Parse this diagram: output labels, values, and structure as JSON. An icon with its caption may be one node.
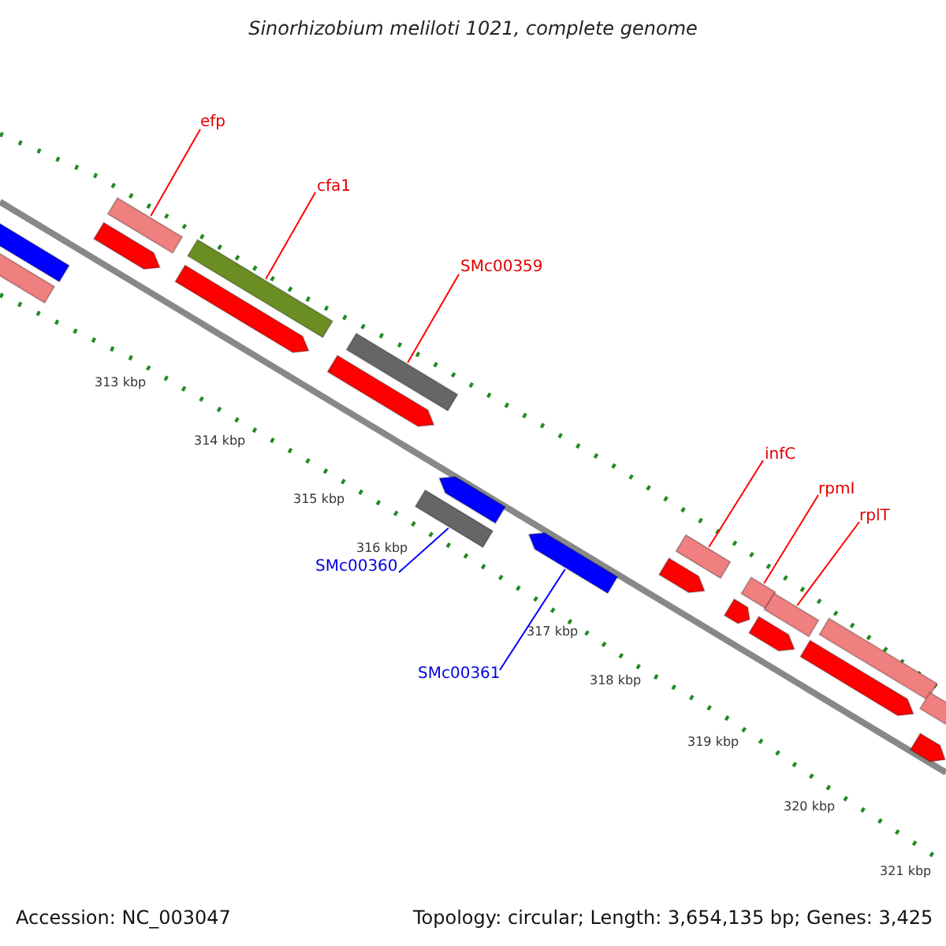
{
  "diagram": {
    "title": "Sinorhizobium meliloti 1021, complete genome",
    "nodes": [
      {
        "text": [],
        "shape": "bar"
      },
      {
        "text": [],
        "shape": "bar"
      },
      {
        "text": [
          "efp"
        ]
      },
      {
        "text": [],
        "shape": "bar"
      },
      {
        "text": [],
        "shape": "bar"
      },
      {
        "text": [
          "cfa1"
        ]
      },
      {
        "text": [],
        "shape": "bar"
      },
      {
        "text": [],
        "shape": "bar"
      },
      {
        "text": [
          "SMc00359"
        ]
      },
      {
        "text": [],
        "shape": "bar"
      },
      {
        "text": [],
        "shape": "bar"
      },
      {
        "text": [],
        "shape": "bar"
      },
      {
        "text": [
          "SMc00360"
        ]
      },
      {
        "text": [],
        "shape": "bar"
      },
      {
        "text": [
          "SMc00361"
        ]
      },
      {
        "text": [],
        "shape": "bar"
      },
      {
        "text": [
          "infC"
        ]
      },
      {
        "text": [],
        "shape": "bar"
      },
      {
        "text": [],
        "shape": "bar"
      },
      {
        "text": [
          "rpmI"
        ]
      },
      {
        "text": [],
        "shape": "bar"
      },
      {
        "text": [],
        "shape": "bar"
      },
      {
        "text": [
          "rplT"
        ]
      },
      {
        "text": [],
        "shape": "bar"
      },
      {
        "text": [],
        "shape": "bar"
      },
      {
        "text": [],
        "shape": "bar"
      },
      {
        "text": [],
        "shape": "bar"
      },
      {
        "text": [],
        "shape": "bar"
      },
      {
        "text": [],
        "shape": "bar"
      }
    ],
    "edges": [
      {
        "from": 2,
        "to": 3,
        "arrow": "none"
      },
      {
        "from": 5,
        "to": 6,
        "arrow": "none"
      },
      {
        "from": 8,
        "to": 9,
        "arrow": "none"
      },
      {
        "from": 12,
        "to": 13,
        "arrow": "none",
        "color": "#0000ff"
      },
      {
        "from": 14,
        "to": 15,
        "arrow": "none",
        "color": "#0000ff"
      },
      {
        "from": 16,
        "to": 17,
        "arrow": "none"
      },
      {
        "from": 19,
        "to": 20,
        "arrow": "none"
      },
      {
        "from": 22,
        "to": 23,
        "arrow": "none"
      }
    ],
    "labels": [
      "313 kbp",
      "314 kbp",
      "315 kbp",
      "316 kbp",
      "317 kbp",
      "318 kbp",
      "319 kbp",
      "320 kbp",
      "321 kbp",
      "Accession: NC_003047",
      "Topology: circular; Length: 3,654,135 bp; Genes: 3,425"
    ]
  }
}
